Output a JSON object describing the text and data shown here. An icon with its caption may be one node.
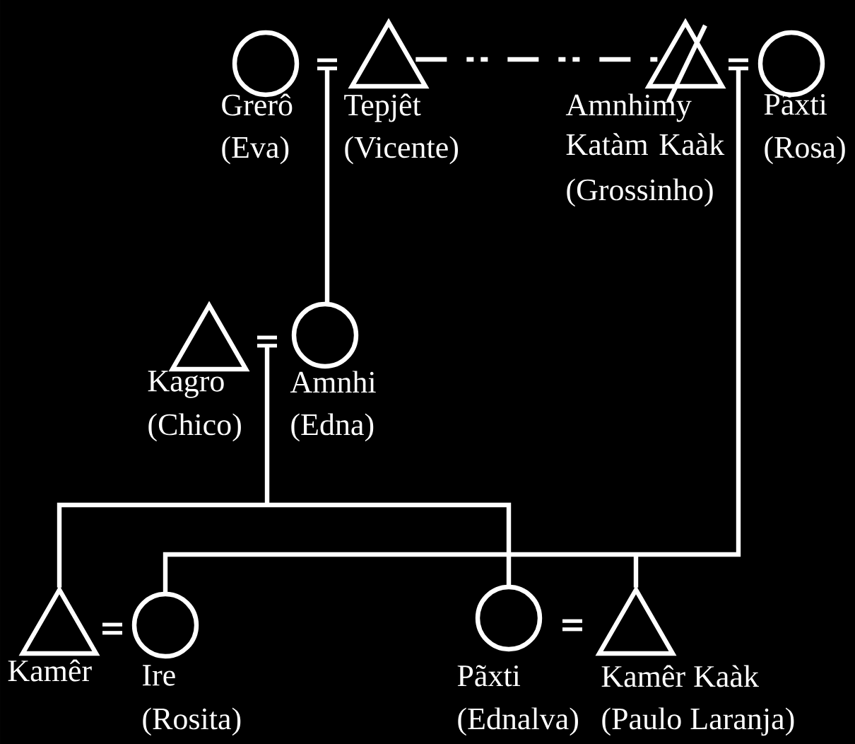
{
  "diagram": {
    "nodes": [
      {
        "text": [],
        "shape": "circle",
        "beside": [
          "Grerô",
          "(Eva)"
        ]
      },
      {
        "text": [],
        "shape": "triangle",
        "beside": [
          "Tepjêt",
          "(Vicente)"
        ]
      },
      {
        "text": [],
        "shape": "triangle",
        "beside": [
          "Amnhimy Katàm Kaàk",
          "(Grossinho)"
        ]
      },
      {
        "text": [],
        "shape": "circle",
        "beside": [
          "Pãxti",
          "(Rosa)"
        ]
      },
      {
        "text": [],
        "shape": "triangle",
        "beside": [
          "Kagro",
          "(Chico)"
        ]
      },
      {
        "text": [],
        "shape": "circle",
        "beside": [
          "Amnhi",
          "(Edna)"
        ]
      },
      {
        "text": [],
        "shape": "triangle",
        "beside": [
          "Kamêr"
        ]
      },
      {
        "text": [],
        "shape": "circle",
        "beside": [
          "Ire",
          "(Rosita)"
        ]
      },
      {
        "text": [],
        "shape": "circle",
        "beside": [
          "Pãxti",
          "(Ednalva)"
        ]
      },
      {
        "text": [],
        "shape": "triangle",
        "beside": [
          "Kamêr Kaàk",
          "(Paulo Laranja)"
        ]
      }
    ],
    "edges": [
      {
        "from": 1,
        "to": 2,
        "arrow": "none",
        "style": "dashed"
      },
      {
        "from": 0,
        "to": 5,
        "arrow": "none"
      },
      {
        "from": 1,
        "to": 5,
        "arrow": "none"
      },
      {
        "from": 4,
        "to": 6,
        "arrow": "none"
      },
      {
        "from": 5,
        "to": 6,
        "arrow": "none"
      },
      {
        "from": 4,
        "to": 8,
        "arrow": "none"
      },
      {
        "from": 5,
        "to": 8,
        "arrow": "none"
      },
      {
        "from": 2,
        "to": 7,
        "arrow": "none"
      },
      {
        "from": 3,
        "to": 7,
        "arrow": "none"
      },
      {
        "from": 2,
        "to": 9,
        "arrow": "none"
      },
      {
        "from": 3,
        "to": 9,
        "arrow": "none"
      }
    ]
  }
}
